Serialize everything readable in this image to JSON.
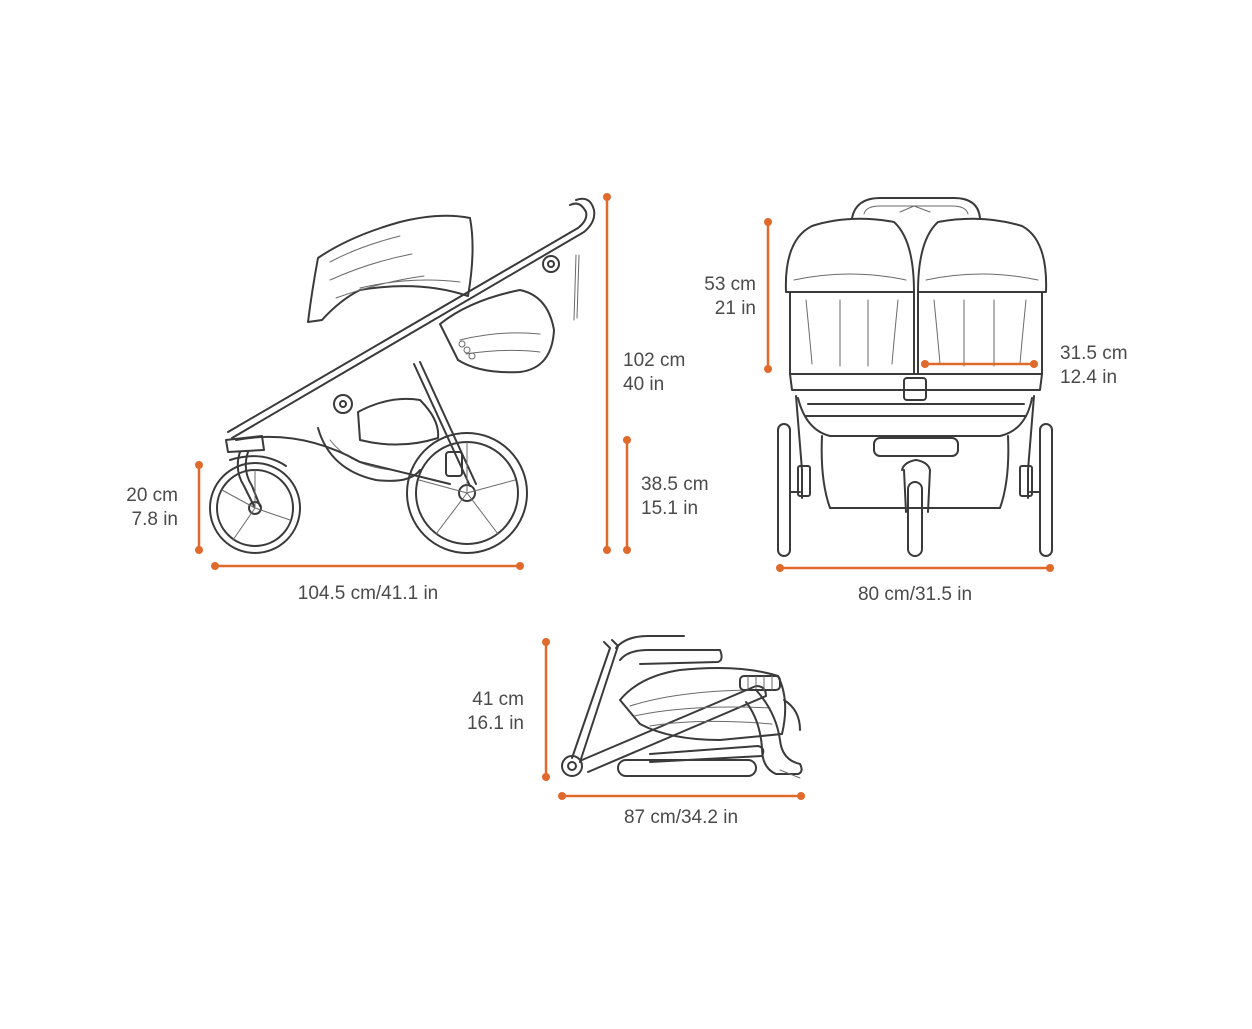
{
  "colors": {
    "dimension": "#e06a2c",
    "line": "#3a3a3a",
    "text": "#4a4a4a"
  },
  "side_view": {
    "wheel_height": {
      "cm": "20 cm",
      "in": "7.8 in"
    },
    "length": "104.5 cm/41.1 in",
    "total_height": {
      "cm": "102 cm",
      "in": "40 in"
    },
    "handle_height": {
      "cm": "38.5 cm",
      "in": "15.1 in"
    }
  },
  "front_view": {
    "seat_height": {
      "cm": "53 cm",
      "in": "21 in"
    },
    "seat_width": {
      "cm": "31.5 cm",
      "in": "12.4 in"
    },
    "width": "80 cm/31.5 in"
  },
  "folded_view": {
    "height": {
      "cm": "41 cm",
      "in": "16.1 in"
    },
    "length": "87 cm/34.2 in"
  }
}
